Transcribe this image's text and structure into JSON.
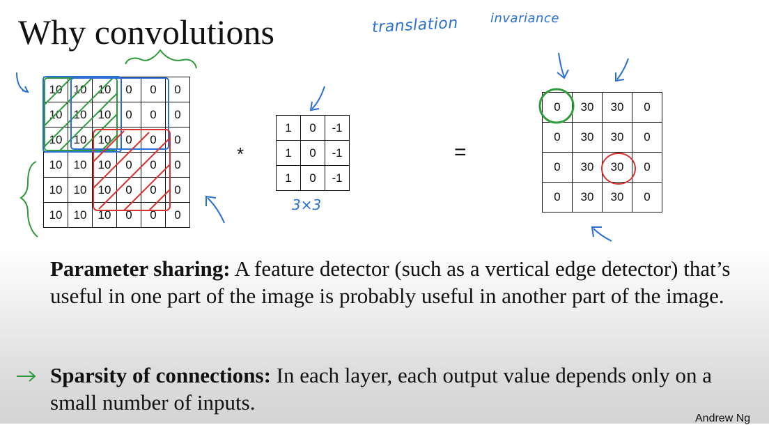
{
  "slide": {
    "title": "Why convolutions",
    "annotations": {
      "translation": "translation",
      "invariance": "invariance",
      "kernel_size": "3×3"
    },
    "operators": {
      "conv": "*",
      "equals": "="
    },
    "input_matrix": [
      [
        "10",
        "10",
        "10",
        "0",
        "0",
        "0"
      ],
      [
        "10",
        "10",
        "10",
        "0",
        "0",
        "0"
      ],
      [
        "10",
        "10",
        "10",
        "0",
        "0",
        "0"
      ],
      [
        "10",
        "10",
        "10",
        "0",
        "0",
        "0"
      ],
      [
        "10",
        "10",
        "10",
        "0",
        "0",
        "0"
      ],
      [
        "10",
        "10",
        "10",
        "0",
        "0",
        "0"
      ]
    ],
    "kernel_matrix": [
      [
        "1",
        "0",
        "-1"
      ],
      [
        "1",
        "0",
        "-1"
      ],
      [
        "1",
        "0",
        "-1"
      ]
    ],
    "output_matrix": [
      [
        "0",
        "30",
        "30",
        "0"
      ],
      [
        "0",
        "30",
        "30",
        "0"
      ],
      [
        "0",
        "30",
        "30",
        "0"
      ],
      [
        "0",
        "30",
        "30",
        "0"
      ]
    ],
    "parameter_sharing": {
      "heading": "Parameter sharing:",
      "body": " A feature detector (such as a vertical edge detector) that’s useful in one part of the image is probably useful in another part of the image."
    },
    "sparsity": {
      "heading": "Sparsity of connections:",
      "body": " In each layer, each output value depends only on a small number of inputs."
    },
    "credit": "Andrew Ng",
    "colors": {
      "ink_blue": "#2a6fd6",
      "ink_green": "#2e9a3a",
      "ink_red": "#d8322e"
    }
  }
}
